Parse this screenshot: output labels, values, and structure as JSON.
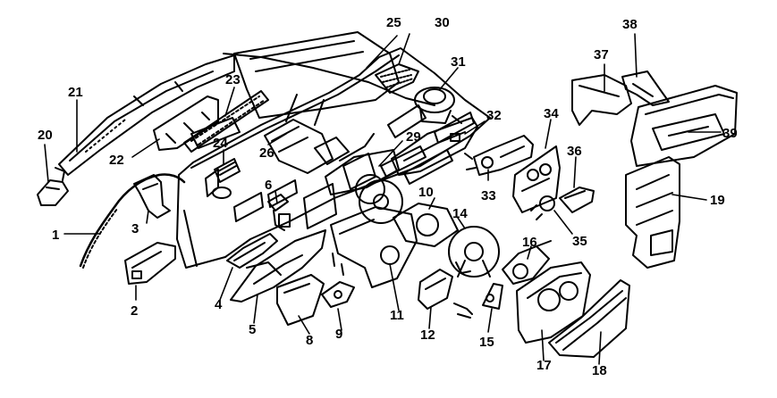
{
  "diagram": {
    "callouts": [
      "1",
      "2",
      "3",
      "4",
      "5",
      "6",
      "8",
      "9",
      "10",
      "11",
      "12",
      "14",
      "15",
      "16",
      "17",
      "18",
      "19",
      "20",
      "21",
      "22",
      "23",
      "24",
      "25",
      "26",
      "29",
      "30",
      "31",
      "32",
      "33",
      "34",
      "35",
      "36",
      "37",
      "38",
      "39"
    ]
  }
}
